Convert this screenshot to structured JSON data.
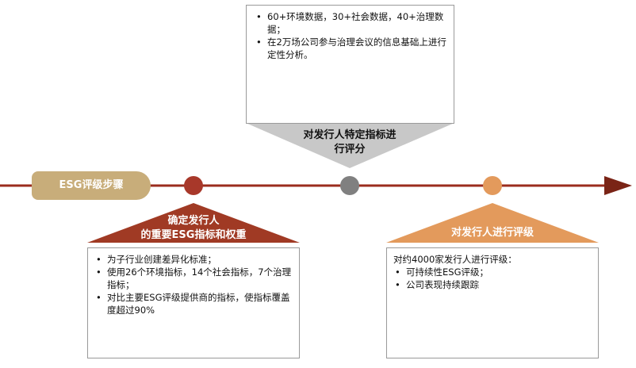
{
  "step_label": "ESG评级步骤",
  "colors": {
    "timeline": "#9b2c1e",
    "dot1": "#a8382a",
    "dot2": "#808080",
    "dot3": "#e39a5c",
    "pill": "#c8ad7a",
    "roof1": "#a03a24",
    "roof2": "#c8c8c8",
    "roof3": "#e39a5c"
  },
  "top_box": {
    "items": [
      "60+环境数据，30+社会数据，40+治理数据；",
      "在2万场公司参与治理会议的信息基础上进行定性分析。"
    ],
    "label_line1": "对发行人特定指标进",
    "label_line2": "行评分"
  },
  "left_box": {
    "label_line1": "确定发行人",
    "label_line2": "的重要ESG指标和权重",
    "items": [
      "为子行业创建差异化标准；",
      "使用26个环境指标，14个社会指标，7个治理指标；",
      "对比主要ESG评级提供商的指标，使指标覆盖度超过90%"
    ]
  },
  "right_box": {
    "label": "对发行人进行评级",
    "intro": "对约4000家发行人进行评级：",
    "items": [
      "可持续性ESG评级；",
      "公司表现持续跟踪"
    ]
  }
}
